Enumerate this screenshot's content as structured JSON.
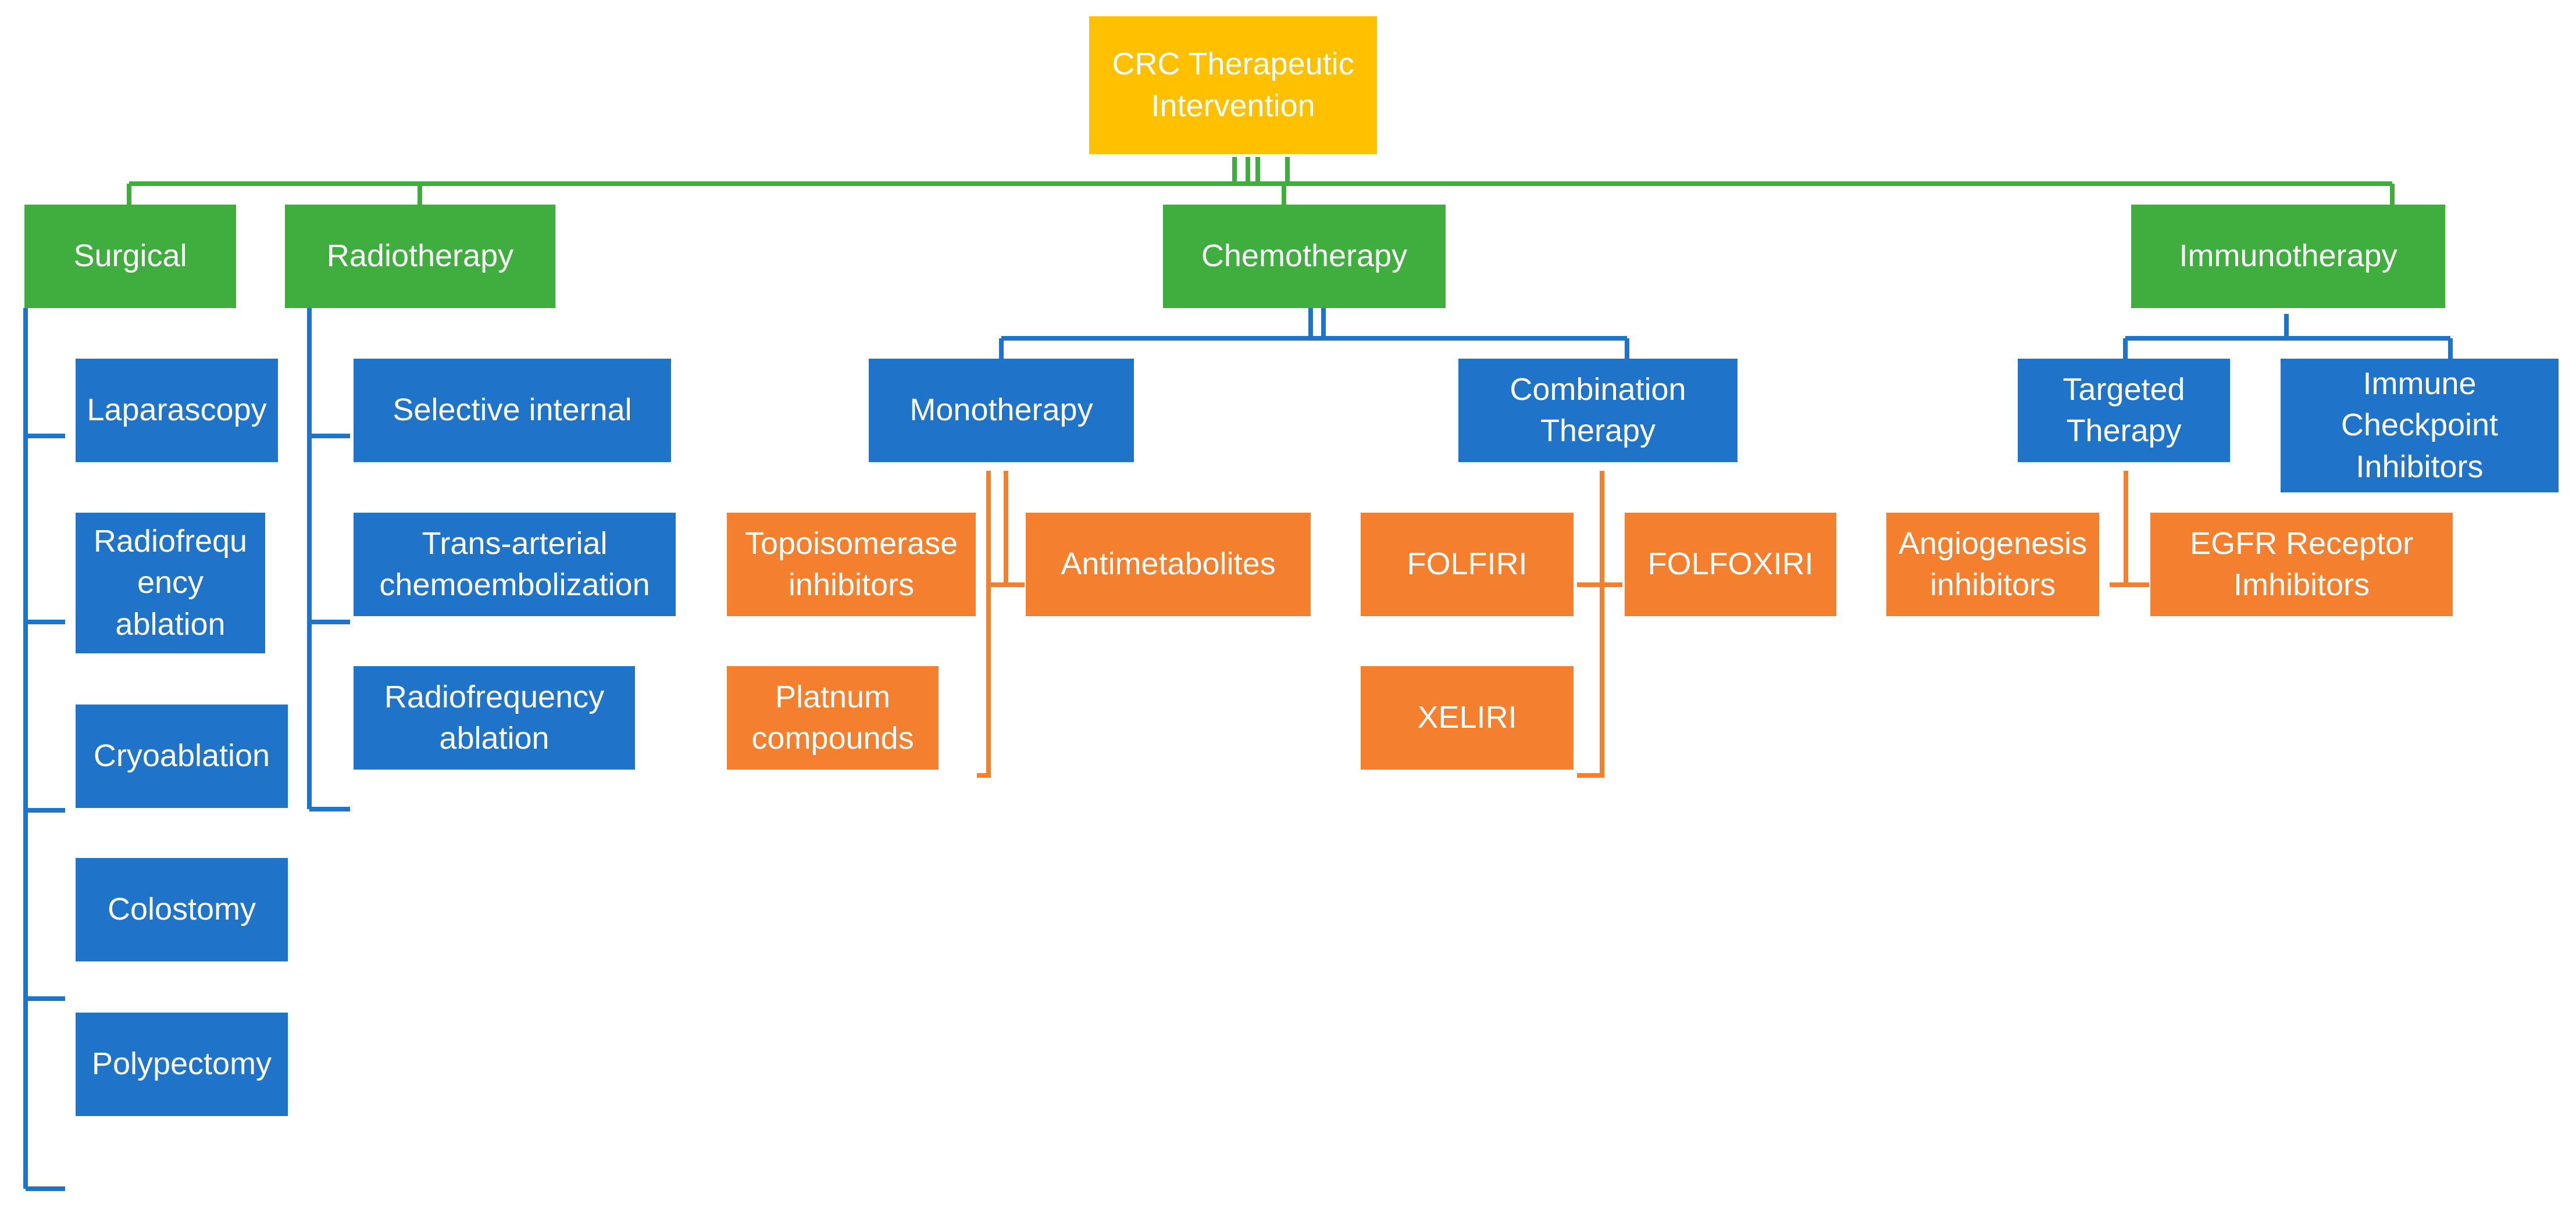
{
  "colors": {
    "root": "#ffc000",
    "category": "#3fae3f",
    "subcategory": "#1f73c8",
    "leaf": "#f47f2f"
  },
  "root": {
    "label": "CRC Therapeutic\nIntervention"
  },
  "categories": {
    "surgical": {
      "label": "Surgical",
      "items": [
        "Laparascopy",
        "Radiofrequ\nency\nablation",
        "Cryoablation",
        "Colostomy",
        "Polypectomy"
      ]
    },
    "radiotherapy": {
      "label": "Radiotherapy",
      "items": [
        "Selective internal",
        "Trans-arterial\nchemoembolization",
        "Radiofrequency\nablation"
      ]
    },
    "chemotherapy": {
      "label": "Chemotherapy",
      "monotherapy": {
        "label": "Monotherapy",
        "items": [
          "Topoisomerase\ninhibitors",
          "Antimetabolites",
          "Platnum\ncompounds"
        ]
      },
      "combination": {
        "label": "Combination\nTherapy",
        "items": [
          "FOLFIRI",
          "FOLFOXIRI",
          "XELIRI"
        ]
      }
    },
    "immunotherapy": {
      "label": "Immunotherapy",
      "targeted": {
        "label": "Targeted\nTherapy",
        "items": [
          "Angiogenesis\ninhibitors",
          "EGFR Receptor\nImhibitors"
        ]
      },
      "checkpoint": {
        "label": "Immune\nCheckpoint\nInhibitors"
      }
    }
  }
}
